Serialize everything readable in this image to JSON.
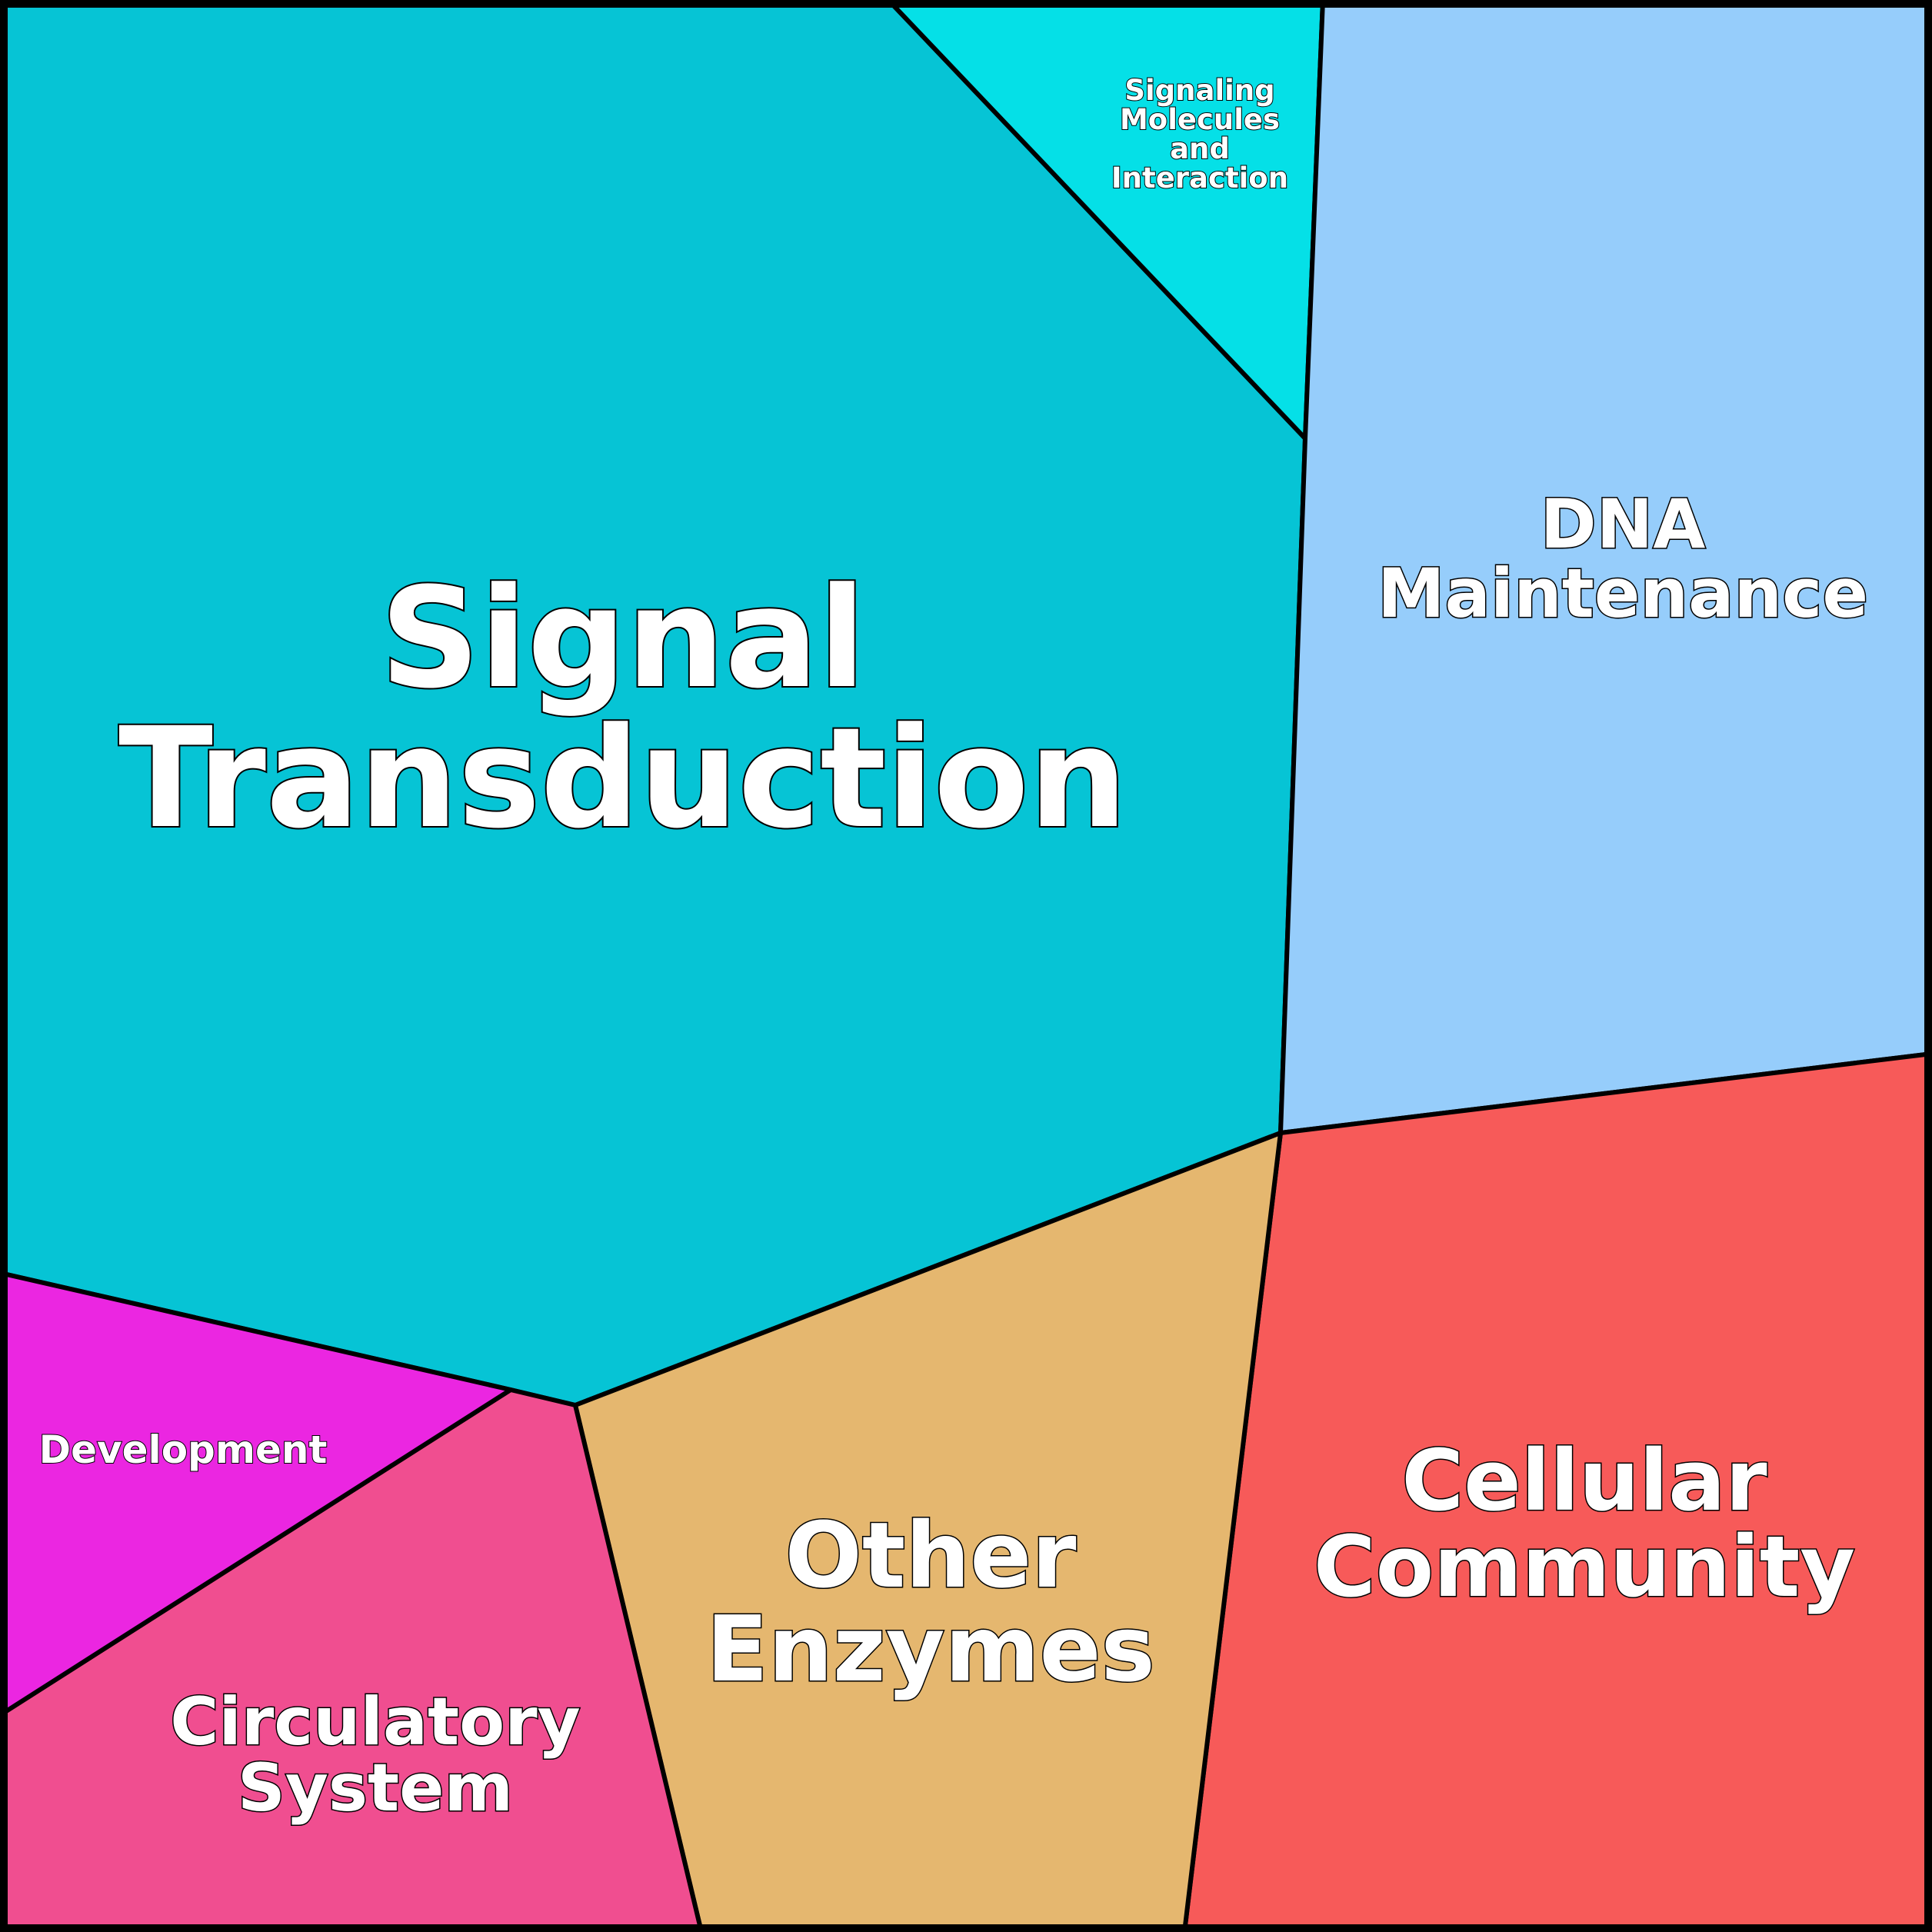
{
  "cells": [
    {
      "id": "signal-transduction",
      "lines": [
        "Signal",
        "Transduction"
      ],
      "color": "#06C4D5"
    },
    {
      "id": "signaling-molecules",
      "lines": [
        "Signaling",
        "Molecules",
        "and",
        "Interaction"
      ],
      "color": "#05E0E7"
    },
    {
      "id": "dna-maintenance",
      "lines": [
        "DNA",
        "Maintenance"
      ],
      "color": "#96CDFB"
    },
    {
      "id": "cellular-community",
      "lines": [
        "Cellular",
        "Community"
      ],
      "color": "#F75A59"
    },
    {
      "id": "other-enzymes",
      "lines": [
        "Other",
        "Enzymes"
      ],
      "color": "#E5B76F"
    },
    {
      "id": "circulatory-system",
      "lines": [
        "Circulatory",
        "System"
      ],
      "color": "#F04E90"
    },
    {
      "id": "development",
      "lines": [
        "Development"
      ],
      "color": "#EB26E1"
    }
  ],
  "border_color": "#000000"
}
